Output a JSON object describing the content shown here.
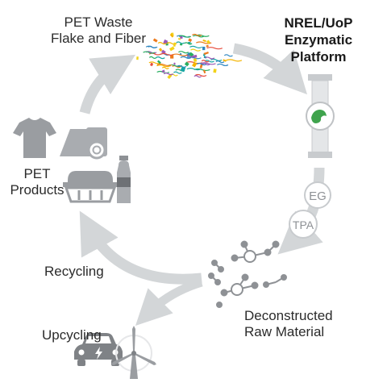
{
  "labels": {
    "pet_waste_line1": "PET Waste",
    "pet_waste_line2": "Flake and Fiber",
    "platform_line1": "NREL/UoP",
    "platform_line2": "Enzymatic",
    "platform_line3": "Platform",
    "pet_products_line1": "PET",
    "pet_products_line2": "Products",
    "recycling": "Recycling",
    "upcycling": "Upcycling",
    "deconstructed_line1": "Deconstructed",
    "deconstructed_line2": "Raw Material"
  },
  "badges": {
    "eg": "EG",
    "tpa": "TPA"
  },
  "colors": {
    "arrow": "#d3d6d8",
    "icon_gray": "#8e9195",
    "dark_gray": "#5f6368",
    "enzyme_green": "#3fa34d",
    "text": "#2b2b2b",
    "flake_palette": [
      "#2e86c1",
      "#f4b400",
      "#e74c3c",
      "#27ae60",
      "#16a5a5",
      "#ec7a1c",
      "#f2d21b",
      "#9b59b6"
    ]
  },
  "icons": [
    "t-shirt-icon",
    "fabric-roll-icon",
    "food-container-icon",
    "bottle-icon",
    "enzyme-reactor-icon",
    "molecule-icon",
    "electric-car-icon",
    "wind-turbine-icon",
    "plastic-flakes-icon"
  ]
}
